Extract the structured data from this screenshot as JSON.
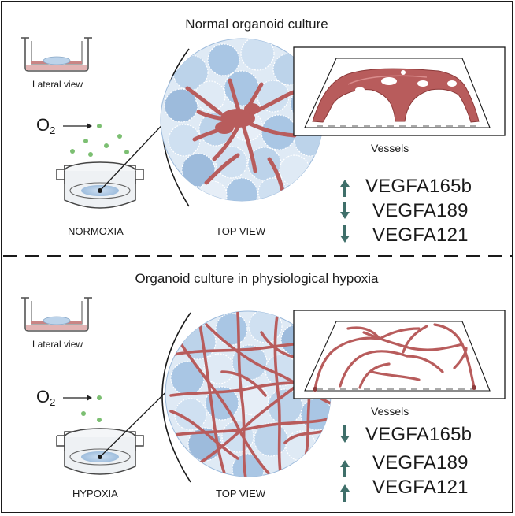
{
  "panels": [
    {
      "title": "Normal organoid culture",
      "lateral_label": "Lateral view",
      "condition_label": "NORMOXIA",
      "top_view_label": "TOP VIEW",
      "vessels_label": "Vessels",
      "oxygen_label": "O",
      "oxygen_subscript": "2",
      "genes": [
        {
          "name": "VEGFA165b",
          "direction": "up"
        },
        {
          "name": "VEGFA189",
          "direction": "down"
        },
        {
          "name": "VEGFA121",
          "direction": "down"
        }
      ]
    },
    {
      "title": "Organoid culture in physiological hypoxia",
      "lateral_label": "Lateral view",
      "condition_label": "HYPOXIA",
      "top_view_label": "TOP VIEW",
      "vessels_label": "Vessels",
      "oxygen_label": "O",
      "oxygen_subscript": "2",
      "genes": [
        {
          "name": "VEGFA165b",
          "direction": "down"
        },
        {
          "name": "VEGFA189",
          "direction": "up"
        },
        {
          "name": "VEGFA121",
          "direction": "up"
        }
      ]
    }
  ],
  "colors": {
    "vessel": "#b85c5c",
    "vessel_dark": "#8c3a3a",
    "cell_light": "#dfeaf5",
    "cell_mid": "#bcd3ea",
    "cell_dark": "#9dbbdc",
    "oxygen_dot": "#7cbf72",
    "arrow": "#3f6f6a",
    "well_fill": "#eef1f4",
    "gel": "#c9dcef"
  },
  "icons": [
    "up-arrow-icon",
    "down-arrow-icon",
    "culture-dish-icon",
    "transwell-insert-icon",
    "organoid-icon"
  ]
}
